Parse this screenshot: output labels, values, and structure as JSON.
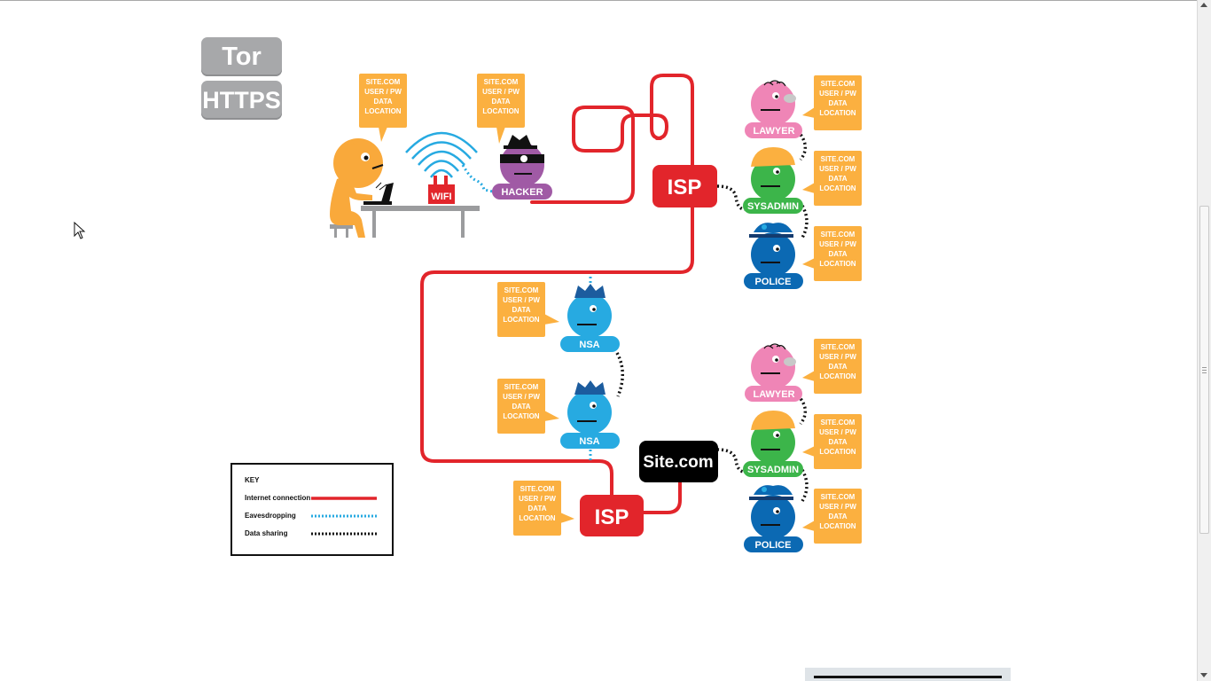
{
  "toggles": {
    "tor": "Tor",
    "https": "HTTPS"
  },
  "colors": {
    "internet_connection": "#e2252b",
    "eavesdropping": "#27aae1",
    "data_sharing": "#111111",
    "data_bubble": "#fbb040",
    "lawyer": "#ef85b6",
    "sysadmin": "#3cb54a",
    "police": "#0b69b3",
    "nsa": "#27aae1",
    "hacker": "#a05aa5",
    "user": "#f9a93b",
    "isp": "#e2252b",
    "site": "#000000",
    "toggle_off": "#a7a8aa"
  },
  "bubble_lines": [
    "SITE.COM",
    "USER / PW",
    "DATA",
    "LOCATION"
  ],
  "nodes": {
    "wifi": "WIFI",
    "hacker": "HACKER",
    "isp_top": "ISP",
    "isp_bottom": "ISP",
    "site": "Site.com",
    "lawyer_top": "LAWYER",
    "sysadmin_top": "SYSADMIN",
    "police_top": "POLICE",
    "nsa_top": "NSA",
    "nsa_bottom": "NSA",
    "lawyer_bottom": "LAWYER",
    "sysadmin_bottom": "SYSADMIN",
    "police_bottom": "POLICE"
  },
  "key": {
    "title": "KEY",
    "internet_connection": "Internet connection",
    "eavesdropping": "Eavesdropping",
    "data_sharing": "Data sharing"
  },
  "icons": {
    "cursor": "mouse-pointer-icon",
    "wifi": "wifi-signal-icon",
    "laptop": "laptop-icon"
  }
}
